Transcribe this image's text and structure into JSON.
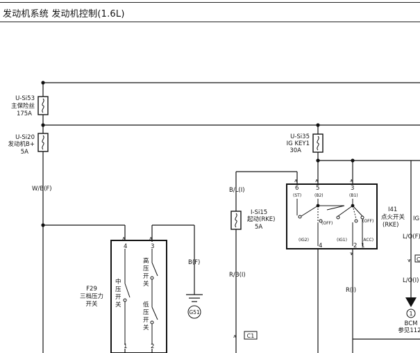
{
  "header": {
    "title": "发动机系统 发动机控制(1.6L)"
  },
  "fuses": {
    "main": {
      "code": "U-Si53",
      "name": "主保险丝",
      "rating": "175A"
    },
    "engine_b": {
      "code": "U-Si20",
      "name": "发动机B+",
      "rating": "5A"
    },
    "ig_key": {
      "code": "U-Si35",
      "name": "IG KEY1",
      "rating": "30A"
    },
    "start_rke": {
      "code": "I-Si15",
      "name": "起动(RKE)",
      "rating": "5A"
    }
  },
  "wires": {
    "wb": "W/B(F)",
    "bl": "B/L(I)",
    "rb": "R/B(I)",
    "r": "R(I)",
    "b": "B(F)",
    "lo_f": "L/O(F)",
    "lo_i": "L/O(I)"
  },
  "connectors": {
    "c1": "C1",
    "c_right": "C"
  },
  "ground": {
    "label": "G51"
  },
  "pressure_switch": {
    "code": "F29",
    "name": [
      "三档压力",
      "开关"
    ],
    "mid_label": [
      "中",
      "压",
      "开",
      "关"
    ],
    "high_label": [
      "高",
      "压",
      "开",
      "关"
    ],
    "low_label": [
      "低",
      "压",
      "开",
      "关"
    ],
    "pin_4": "4",
    "pin_3": "3",
    "pin_1": "1",
    "pin_2": "2"
  },
  "ignition_switch": {
    "code": "I41",
    "name": "点火开关",
    "sub": "(RKE)",
    "pin_6": "6",
    "pin_5": "5",
    "pin_3": "3",
    "pin_4": "4",
    "pin_2": "2",
    "pin_1": "1",
    "st": "(ST)",
    "b2": "(B2)",
    "b1": "(B1)",
    "off1": "(OFF)",
    "off2": "(OFF)",
    "ig2": "(IG2)",
    "ig1": "(IG1)",
    "acc": "(ACC)"
  },
  "right_edge": {
    "ig_label": "IG"
  },
  "bcm": {
    "index": "1",
    "name": "BCM",
    "ref": "参见112"
  }
}
